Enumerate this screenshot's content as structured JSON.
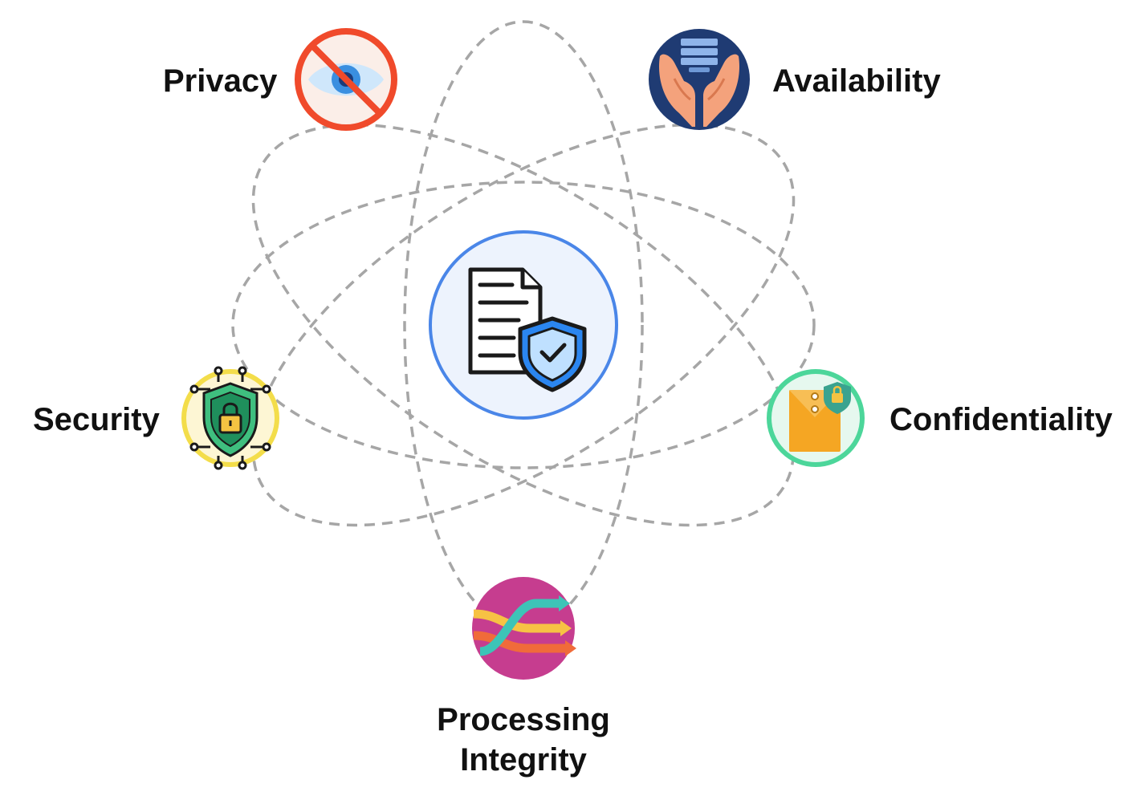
{
  "diagram": {
    "center": {
      "icon": "document-shield-check-icon"
    },
    "nodes": {
      "privacy": {
        "label": "Privacy",
        "icon": "eye-crossed-icon"
      },
      "availability": {
        "label": "Availability",
        "icon": "hands-server-icon"
      },
      "security": {
        "label": "Security",
        "icon": "circuit-shield-lock-icon"
      },
      "confidentiality": {
        "label": "Confidentiality",
        "icon": "envelope-lock-icon"
      },
      "processing_integrity": {
        "label_line1": "Processing",
        "label_line2": "Integrity",
        "icon": "crossing-arrows-icon"
      }
    },
    "colors": {
      "orbit": "#a6a6a6",
      "center_ring": "#4a86e8",
      "center_fill": "#edf3fd",
      "privacy_ring": "#f04a2b",
      "availability_bg": "#1f3b73",
      "security_ring": "#f3dd4a",
      "confidentiality_ring": "#4cd69a",
      "processing_bg": "#c63d8f"
    }
  }
}
